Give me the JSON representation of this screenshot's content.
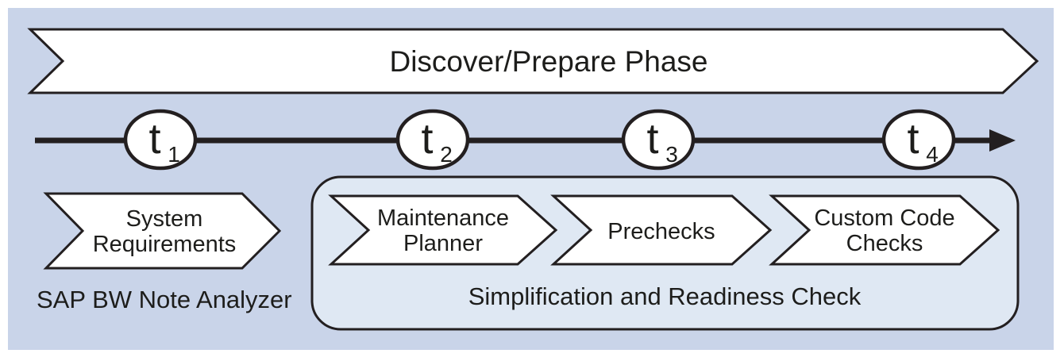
{
  "figure": {
    "phase_banner": {
      "label": "Discover/Prepare Phase"
    },
    "timeline": {
      "milestones": [
        {
          "symbol": "t",
          "index": "1"
        },
        {
          "symbol": "t",
          "index": "2"
        },
        {
          "symbol": "t",
          "index": "3"
        },
        {
          "symbol": "t",
          "index": "4"
        }
      ]
    },
    "sap_bw_track": {
      "chevron": {
        "line1": "System",
        "line2": "Requirements"
      },
      "caption": "SAP BW Note Analyzer"
    },
    "readiness_group": {
      "chevrons": [
        {
          "line1": "Maintenance",
          "line2": "Planner"
        },
        {
          "label": "Prechecks"
        },
        {
          "line1": "Custom Code",
          "line2": "Checks"
        }
      ],
      "caption": "Simplification and Readiness Check"
    },
    "colors": {
      "page_background": "#ffffff",
      "panel_background": "#c9d4e9",
      "group_background": "#dfe8f3",
      "shape_fill": "#ffffff",
      "line": "#231f20",
      "text": "#1d1d1b"
    }
  }
}
